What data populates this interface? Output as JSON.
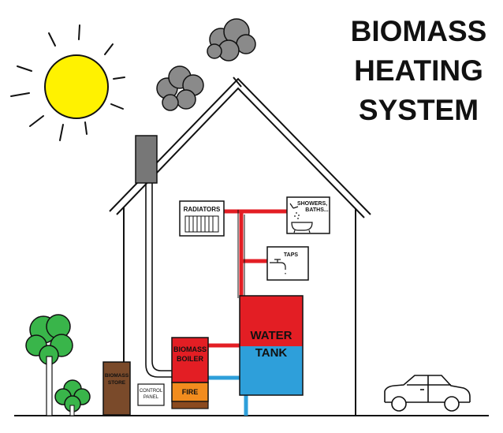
{
  "title": {
    "line1": "BIOMASS",
    "line2": "HEATING",
    "line3": "SYSTEM"
  },
  "labels": {
    "radiators": "RADIATORS",
    "showers_line1": "SHOWERS,",
    "showers_line2": "BATHS...",
    "taps": "TAPS",
    "water_tank_line1": "WATER",
    "water_tank_line2": "TANK",
    "boiler_line1": "BIOMASS",
    "boiler_line2": "BOILER",
    "fire": "FIRE",
    "control_line1": "CONTROL",
    "control_line2": "PANEL",
    "store_line1": "BIOMASS",
    "store_line2": "STORE"
  },
  "colors": {
    "sun": "#FFF200",
    "hot_pipe": "#E31E24",
    "cold_pipe": "#2E9FDA",
    "tank_hot": "#E31E24",
    "tank_cold": "#2E9FDA",
    "boiler": "#E31E24",
    "fire": "#F28C1E",
    "store": "#7A4A2A",
    "tree": "#39B54A",
    "smoke": "#8A8A8A",
    "chimney": "#777777",
    "outline": "#111111"
  },
  "icons": [
    "sun-icon",
    "smoke-cloud-icon",
    "house-icon",
    "chimney-icon",
    "radiator-icon",
    "bathtub-shower-icon",
    "tap-icon",
    "tree-icon",
    "car-icon"
  ]
}
